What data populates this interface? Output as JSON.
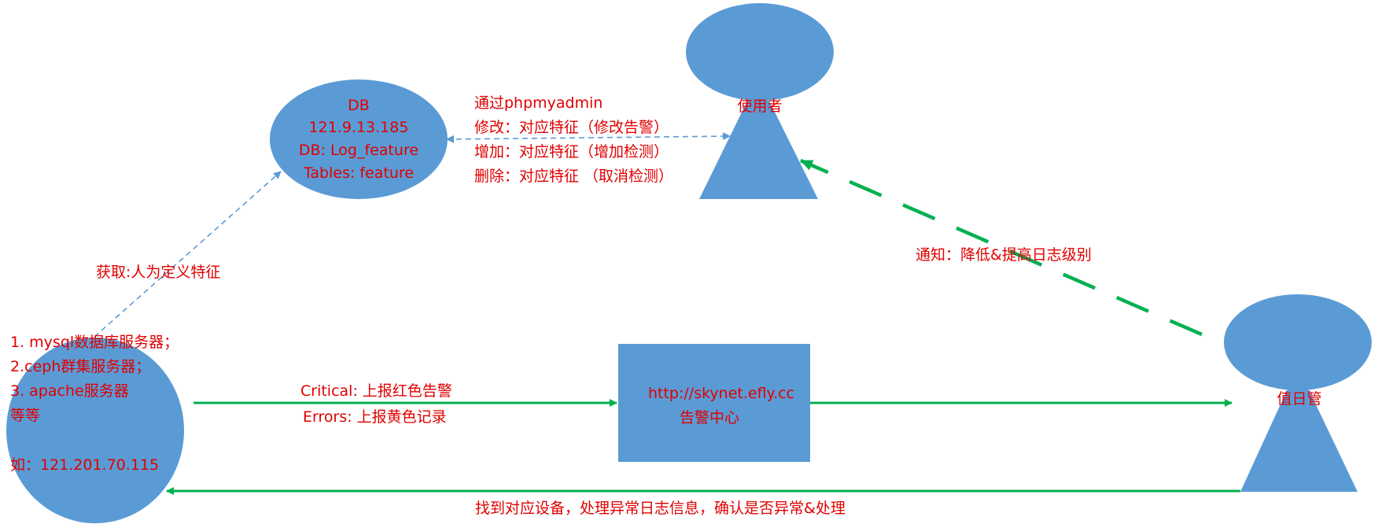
{
  "colors": {
    "shape_fill": "#5b9bd5",
    "text": "#e00000",
    "green_arrow": "#00b050",
    "dashed_arrow": "#5b9bd5"
  },
  "db_node": {
    "lines": [
      "DB",
      "121.9.13.185",
      "DB: Log_feature",
      "Tables: feature"
    ]
  },
  "user_node": {
    "label": "使用者"
  },
  "duty_node": {
    "label": "值日管"
  },
  "alert_center": {
    "lines": [
      "http://skynet.efly.cc",
      "告警中心"
    ]
  },
  "server_node": {
    "lines": [
      "1. mysql数据库服务器；",
      "2.ceph群集服务器；",
      "3. apache服务器",
      "等等",
      "",
      "如：121.201.70.115"
    ]
  },
  "edges": {
    "fetch_label": "获取:人为定义特征",
    "phpmyadmin_lines": [
      "通过phpmyadmin",
      "修改：对应特征（修改告警）",
      "增加：对应特征（增加检测）",
      "删除：对应特征 （取消检测）"
    ],
    "notify_label": "通知：降低&提高日志级别",
    "report_lines": [
      "Critical: 上报红色告警",
      "Errors: 上报黄色记录"
    ],
    "handle_label": "找到对应设备，处理异常日志信息，确认是否异常&处理"
  }
}
